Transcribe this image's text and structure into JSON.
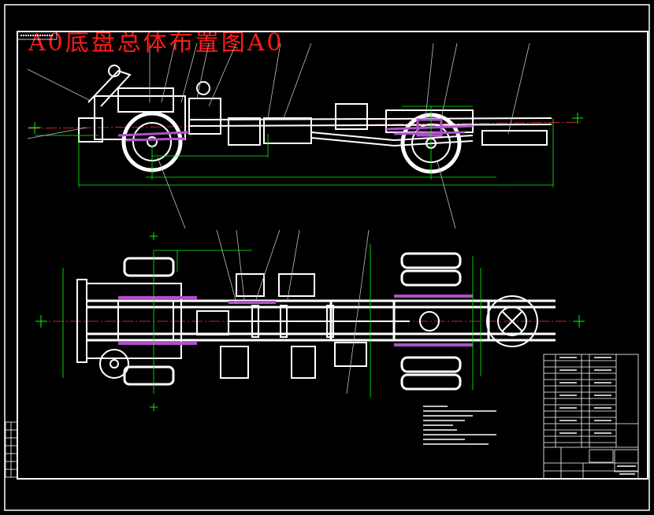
{
  "title": "A0底盘总体布置图A0",
  "colors": {
    "background": "#000000",
    "frame": "#ffffff",
    "title": "#ff1a1a",
    "dimension": "#00ff00",
    "centerline": "#ff3333",
    "component_highlight": "#b04fc8",
    "leader": "#c0c0c0"
  },
  "views": [
    "side-view",
    "top-view"
  ],
  "title_block": "title-block-with-parts-list"
}
